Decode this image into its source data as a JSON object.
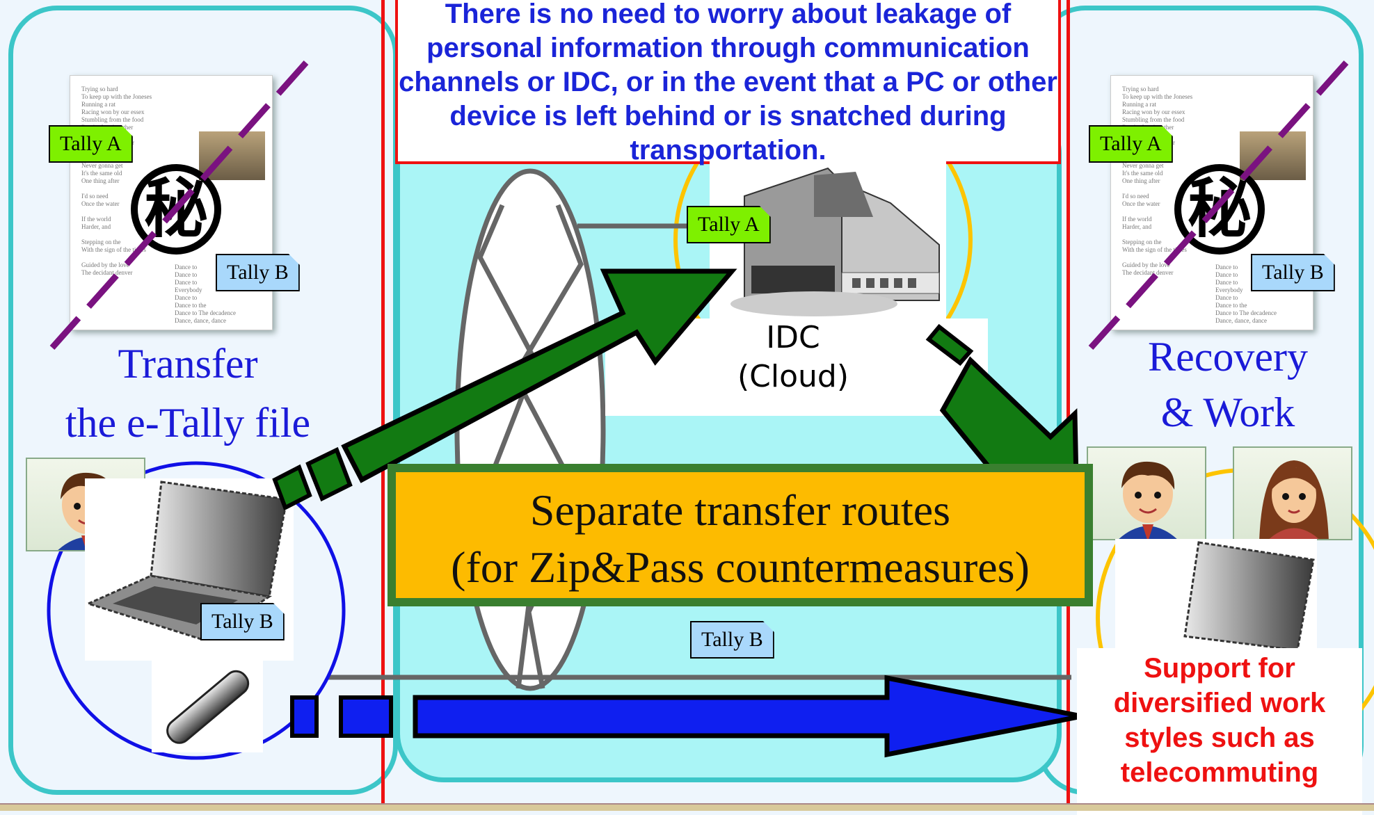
{
  "top_message": "There is no need to worry about leakage of personal information through communication channels or IDC, or in the event that a PC or other device is left behind or is snatched during transportation.",
  "tally_a": "Tally A",
  "tally_b": "Tally B",
  "secret_glyph": "秘",
  "left_caption_line1": "Transfer",
  "left_caption_line2": "the e-Tally file",
  "right_caption_line1": "Recovery",
  "right_caption_line2": "& Work",
  "idc_line1": "IDC",
  "idc_line2": "(Cloud)",
  "banner_line1": "Separate transfer routes",
  "banner_line2": "(for Zip&Pass countermeasures)",
  "support_text": "Support for diversified work styles such as telecommuting",
  "doc_text": "Trying so hard\nTo keep up with the Joneses\nRunning a rat\nRacing won by our essex\nStumbling from the food\nDeath after the other\nWon't let us lead\nDamn it, the summer\n\nClimbing to the top\nNever gonna get\nIt's the same old\nOne thing after\n\nI'd so need\nOnce the water\n\nIf the world\nHarder, and\n\nStepping on the\nWith the sign of the times\n\nGuided by the love\nThe decidant denver",
  "doc_text2": "Dance to\nDance to\nDance to\nEverybody\nDance to\nDance to the\nDance to The decadence\nDance, dance, dance",
  "colors": {
    "panel_border": "#3cc6c8",
    "center_fill": "#aaf5f6",
    "red": "#e11111",
    "blue_text": "#1a24d8",
    "green_arrow": "#127a12",
    "blue_arrow": "#0f1ff0",
    "banner_fill": "#fdbb00",
    "banner_border": "#3a7f2f",
    "strike": "#7a1280"
  }
}
